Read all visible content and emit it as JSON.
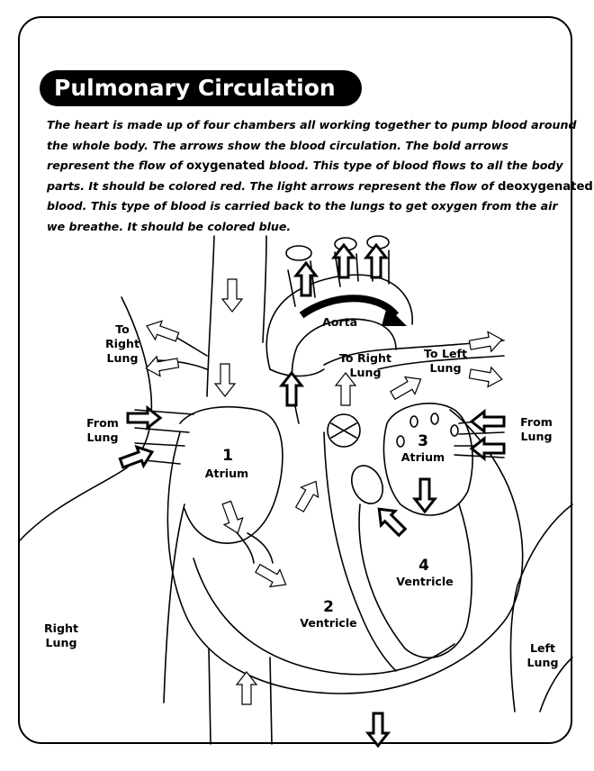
{
  "title": "Pulmonary Circulation",
  "intro": {
    "line1": "The heart is made up of four chambers all working together to pump blood around",
    "line2": "the whole body. The arrows show the blood circulation. The bold arrows",
    "line3_pre": "represent the flow of ",
    "line3_em": "oxygenated",
    "line3_post": " blood. This type of blood flows to all the body",
    "line4": "parts. It should be colored red. The light arrows represent the flow of ",
    "line4_em": "deoxygenated",
    "line5": "blood. This type of blood is carried back to the lungs to get oxygen from the air",
    "line6": "we breathe. It should be colored blue."
  },
  "labels": {
    "aorta": "Aorta",
    "to_right_lung_left_1": "To",
    "to_right_lung_left_2": "Right",
    "to_right_lung_left_3": "Lung",
    "to_right_lung_center_1": "To Right",
    "to_right_lung_center_2": "Lung",
    "to_left_lung_1": "To Left",
    "to_left_lung_2": "Lung",
    "from_lung_left_1": "From",
    "from_lung_left_2": "Lung",
    "from_lung_right_1": "From",
    "from_lung_right_2": "Lung",
    "chamber1_num": "1",
    "chamber1_name": "Atrium",
    "chamber2_num": "2",
    "chamber2_name": "Ventricle",
    "chamber3_num": "3",
    "chamber3_name": "Atrium",
    "chamber4_num": "4",
    "chamber4_name": "Ventricle",
    "right_lung_1": "Right",
    "right_lung_2": "Lung",
    "left_lung_1": "Left",
    "left_lung_2": "Lung"
  }
}
